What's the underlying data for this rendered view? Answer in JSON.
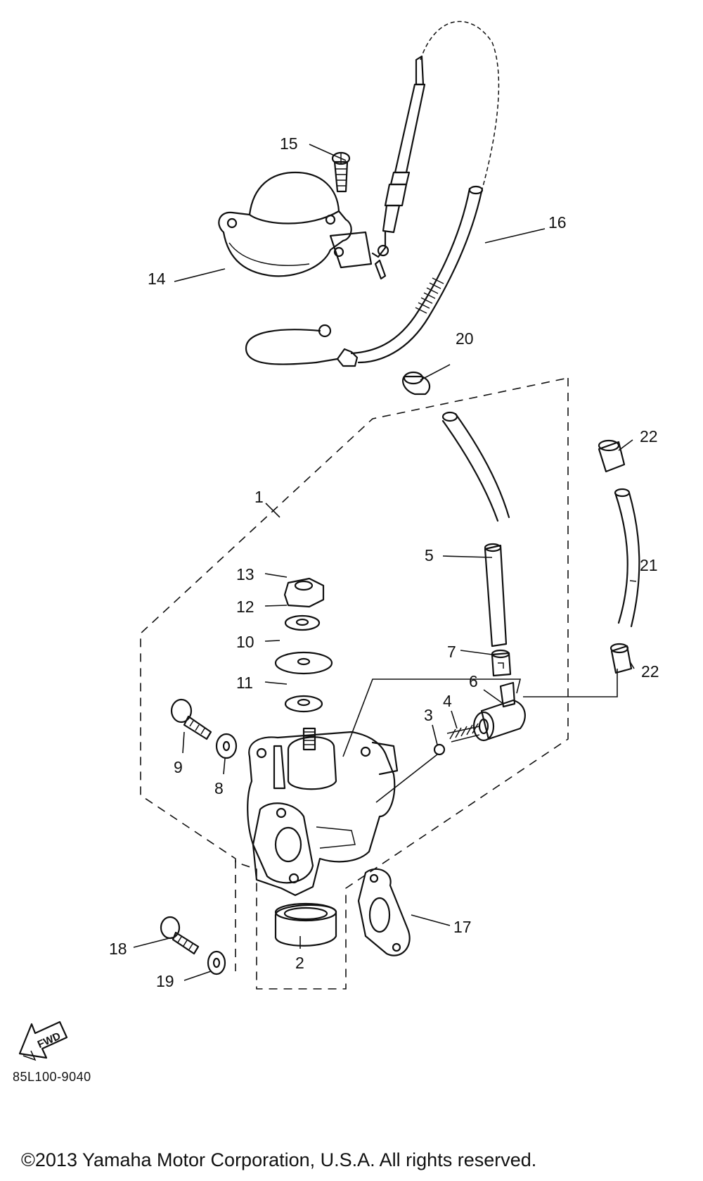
{
  "diagram": {
    "callouts": [
      {
        "id": "c1",
        "text": "1"
      },
      {
        "id": "c2",
        "text": "2"
      },
      {
        "id": "c3",
        "text": "3"
      },
      {
        "id": "c4",
        "text": "4"
      },
      {
        "id": "c5",
        "text": "5"
      },
      {
        "id": "c6",
        "text": "6"
      },
      {
        "id": "c7",
        "text": "7"
      },
      {
        "id": "c8",
        "text": "8"
      },
      {
        "id": "c9",
        "text": "9"
      },
      {
        "id": "c10",
        "text": "10"
      },
      {
        "id": "c11",
        "text": "11"
      },
      {
        "id": "c12",
        "text": "12"
      },
      {
        "id": "c13",
        "text": "13"
      },
      {
        "id": "c14",
        "text": "14"
      },
      {
        "id": "c15",
        "text": "15"
      },
      {
        "id": "c16",
        "text": "16"
      },
      {
        "id": "c17",
        "text": "17"
      },
      {
        "id": "c18",
        "text": "18"
      },
      {
        "id": "c19",
        "text": "19"
      },
      {
        "id": "c20",
        "text": "20"
      },
      {
        "id": "c21",
        "text": "21"
      },
      {
        "id": "c22a",
        "text": "22"
      },
      {
        "id": "c22b",
        "text": "22"
      }
    ],
    "fwd_label": "FWD",
    "diagram_code": "85L100-9040"
  },
  "footer": {
    "copyright": "©2013 Yamaha Motor Corporation, U.S.A. All rights reserved."
  }
}
